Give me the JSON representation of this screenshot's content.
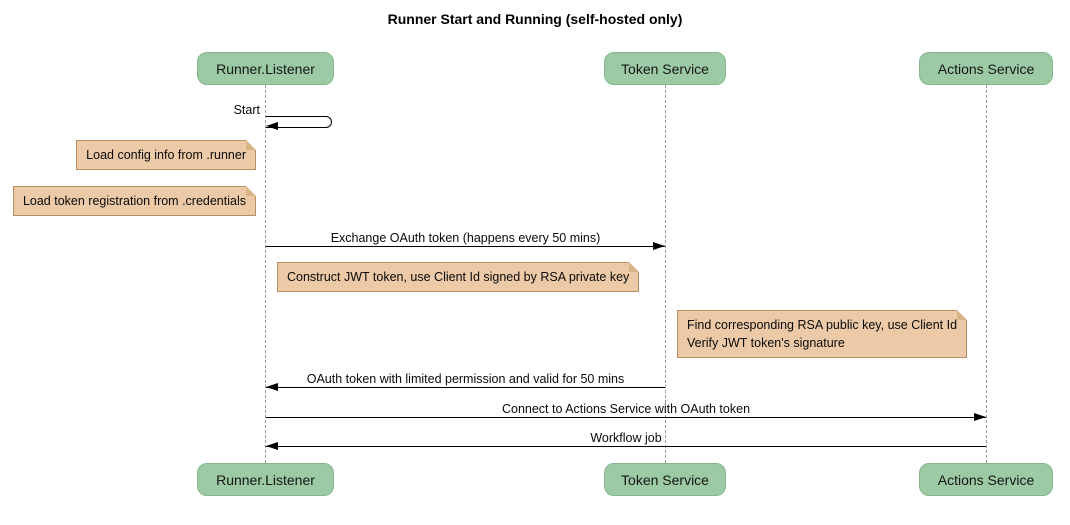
{
  "title": "Runner Start and Running (self-hosted only)",
  "diagram_type": "sequence",
  "colors": {
    "participant_fill": "#9ccaa4",
    "participant_border": "#85b78f",
    "note_fill": "#eccaa7",
    "note_border": "#b98e63",
    "note_fold": "#d9b285",
    "lifeline": "#9a9a9a",
    "line": "#000000"
  },
  "participants": [
    {
      "label": "Runner.Listener"
    },
    {
      "label": "Token Service"
    },
    {
      "label": "Actions Service"
    }
  ],
  "messages": [
    {
      "label": "Start",
      "from": "Runner.Listener",
      "to": "Runner.Listener",
      "type": "self"
    },
    {
      "label": "Exchange OAuth token (happens every 50 mins)",
      "from": "Runner.Listener",
      "to": "Token Service",
      "type": "solid-arrow"
    },
    {
      "label": "OAuth token with limited permission and valid for 50 mins",
      "from": "Token Service",
      "to": "Runner.Listener",
      "type": "solid-arrow"
    },
    {
      "label": "Connect to Actions Service with OAuth token",
      "from": "Runner.Listener",
      "to": "Actions Service",
      "type": "solid-arrow"
    },
    {
      "label": "Workflow job",
      "from": "Actions Service",
      "to": "Runner.Listener",
      "type": "solid-arrow"
    }
  ],
  "notes": [
    {
      "text": "Load config info from .runner",
      "position": "left of Runner.Listener"
    },
    {
      "text": "Load token registration from .credentials",
      "position": "left of Runner.Listener"
    },
    {
      "text": "Construct JWT token, use Client Id signed by RSA private key",
      "position": "between Runner.Listener and Token Service"
    },
    {
      "text": "Find corresponding RSA public key, use Client Id\nVerify JWT token's signature",
      "position": "between Token Service and Actions Service"
    }
  ]
}
